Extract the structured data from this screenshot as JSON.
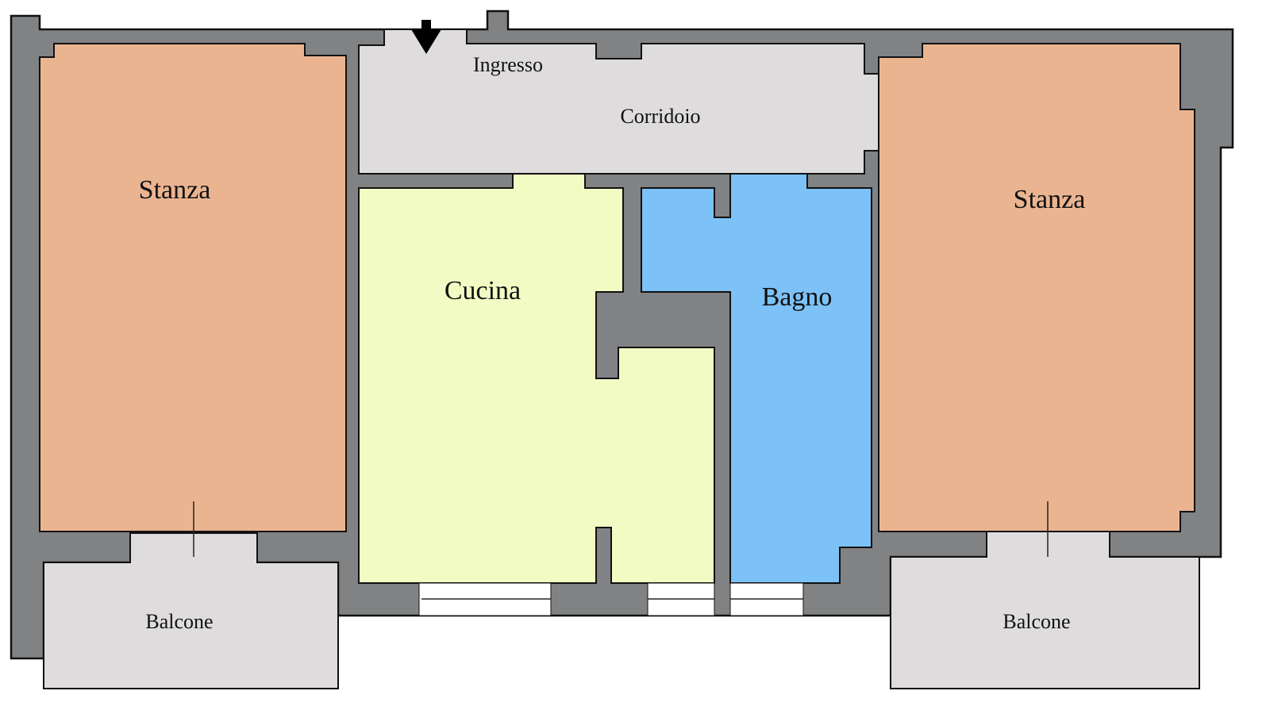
{
  "rooms": {
    "stanza_left": {
      "label": "Stanza",
      "color": "#ebb491"
    },
    "stanza_right": {
      "label": "Stanza",
      "color": "#ebb491"
    },
    "ingresso": {
      "label": "Ingresso"
    },
    "corridoio": {
      "label": "Corridoio",
      "color": "#dfdcdd"
    },
    "cucina": {
      "label": "Cucina",
      "color": "#f3fbc4"
    },
    "bagno": {
      "label": "Bagno",
      "color": "#7cc2f7"
    },
    "balcone_left": {
      "label": "Balcone",
      "color": "#dfdcdd"
    },
    "balcone_right": {
      "label": "Balcone",
      "color": "#dfdcdd"
    }
  },
  "wall_color": "#808283",
  "entrance_icon": "arrow-down-icon"
}
